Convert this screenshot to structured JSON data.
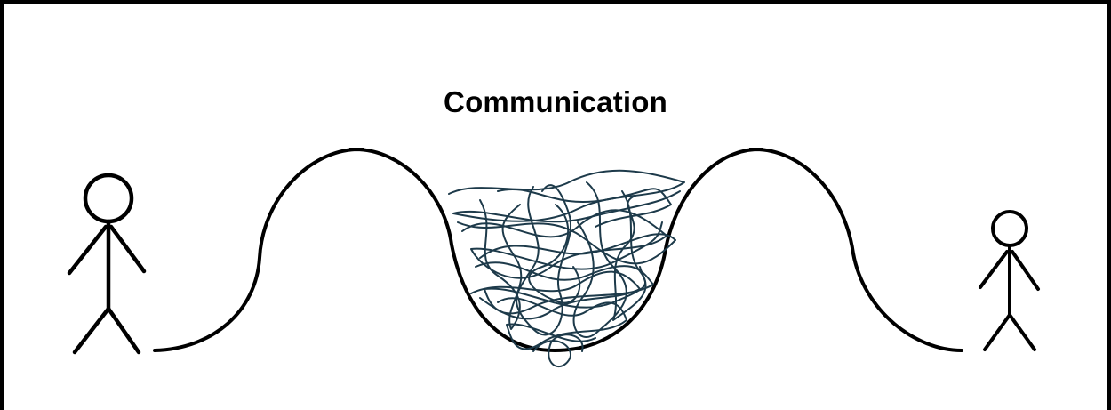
{
  "diagram": {
    "title": "Communication",
    "colors": {
      "line": "#000000",
      "tangle": "#1d3a4a",
      "background": "#ffffff"
    },
    "elements": [
      "person-left",
      "wavy-path",
      "tangled-knot",
      "person-right"
    ]
  }
}
